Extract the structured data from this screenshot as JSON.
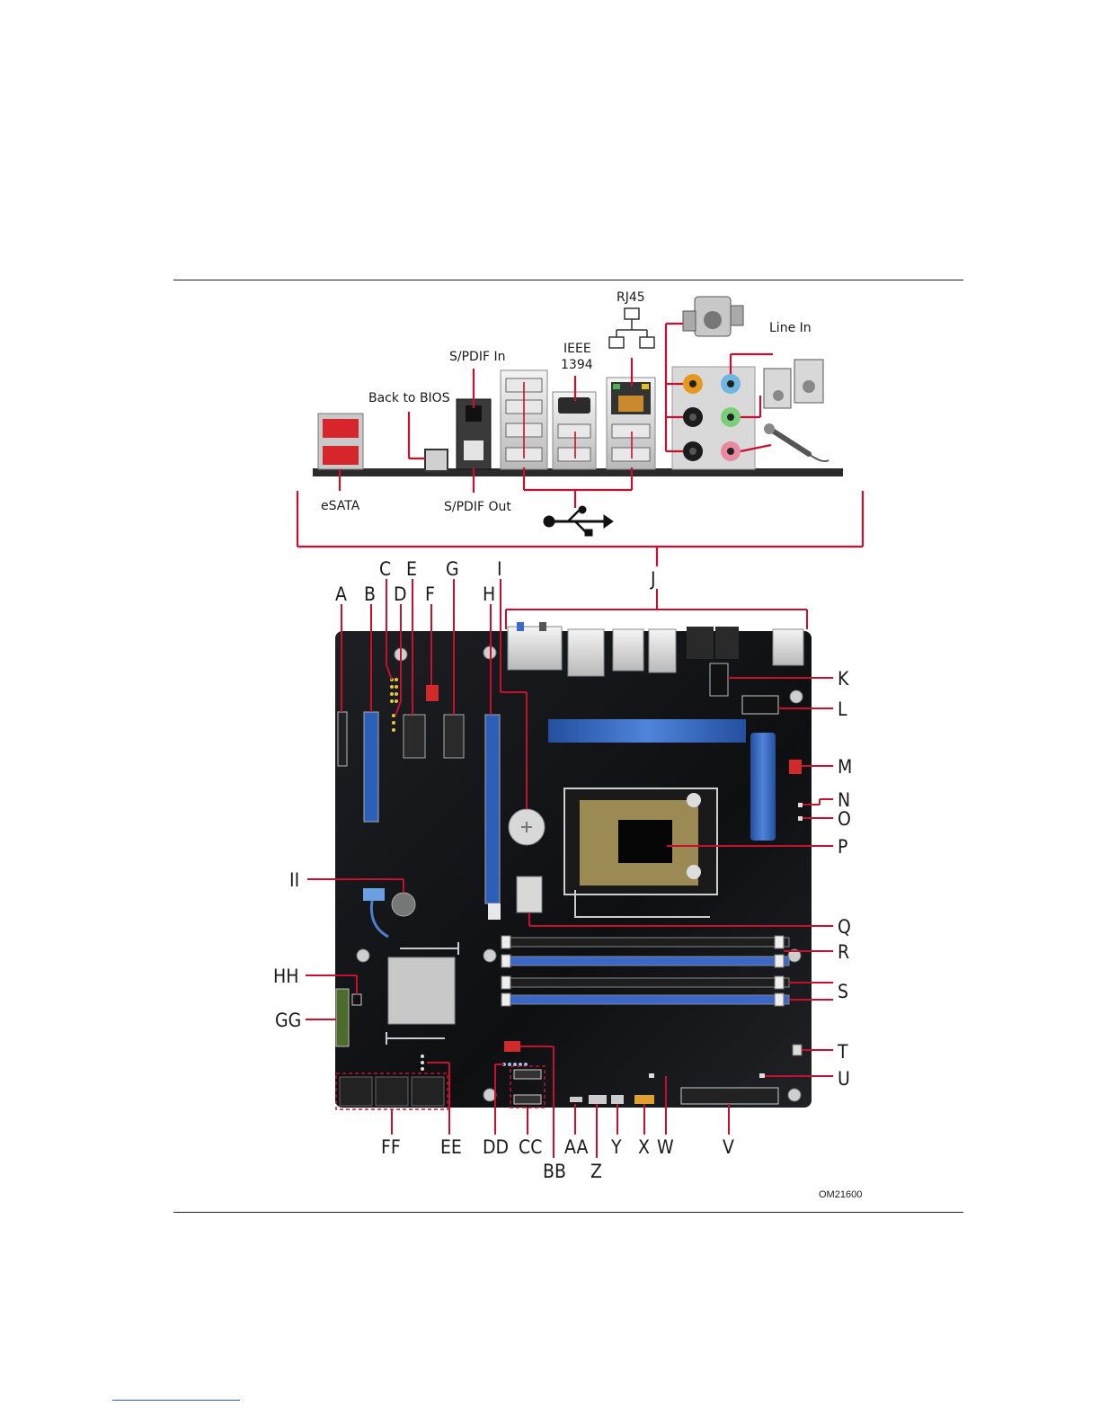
{
  "io_panel": {
    "esata": "eSATA",
    "back_to_bios": "Back to BIOS",
    "spdif_in": "S/PDIF In",
    "spdif_out": "S/PDIF Out",
    "ieee_line1": "IEEE",
    "ieee_line2": "1394",
    "rj45": "RJ45",
    "line_in": "Line In",
    "usb_icon": "usb-icon",
    "speaker_icon": "speaker-icon",
    "microphone_icon": "microphone-icon",
    "network_icon": "network-icon"
  },
  "callouts": {
    "A": "A",
    "B": "B",
    "C": "C",
    "D": "D",
    "E": "E",
    "F": "F",
    "G": "G",
    "H": "H",
    "I": "I",
    "J": "J",
    "K": "K",
    "L": "L",
    "M": "M",
    "N": "N",
    "O": "O",
    "P": "P",
    "Q": "Q",
    "R": "R",
    "S": "S",
    "T": "T",
    "U": "U",
    "V": "V",
    "W": "W",
    "X": "X",
    "Y": "Y",
    "Z": "Z",
    "AA": "AA",
    "BB": "BB",
    "CC": "CC",
    "DD": "DD",
    "EE": "EE",
    "FF": "FF",
    "GG": "GG",
    "HH": "HH",
    "II": "II"
  },
  "figure_code": "OM21600",
  "colors": {
    "callout_line": "#c8102e",
    "board": "#111214",
    "pcie_blue": "#2b5fb8",
    "heatsink_blue": "#3567c4",
    "fan_red": "#d22a2a"
  }
}
